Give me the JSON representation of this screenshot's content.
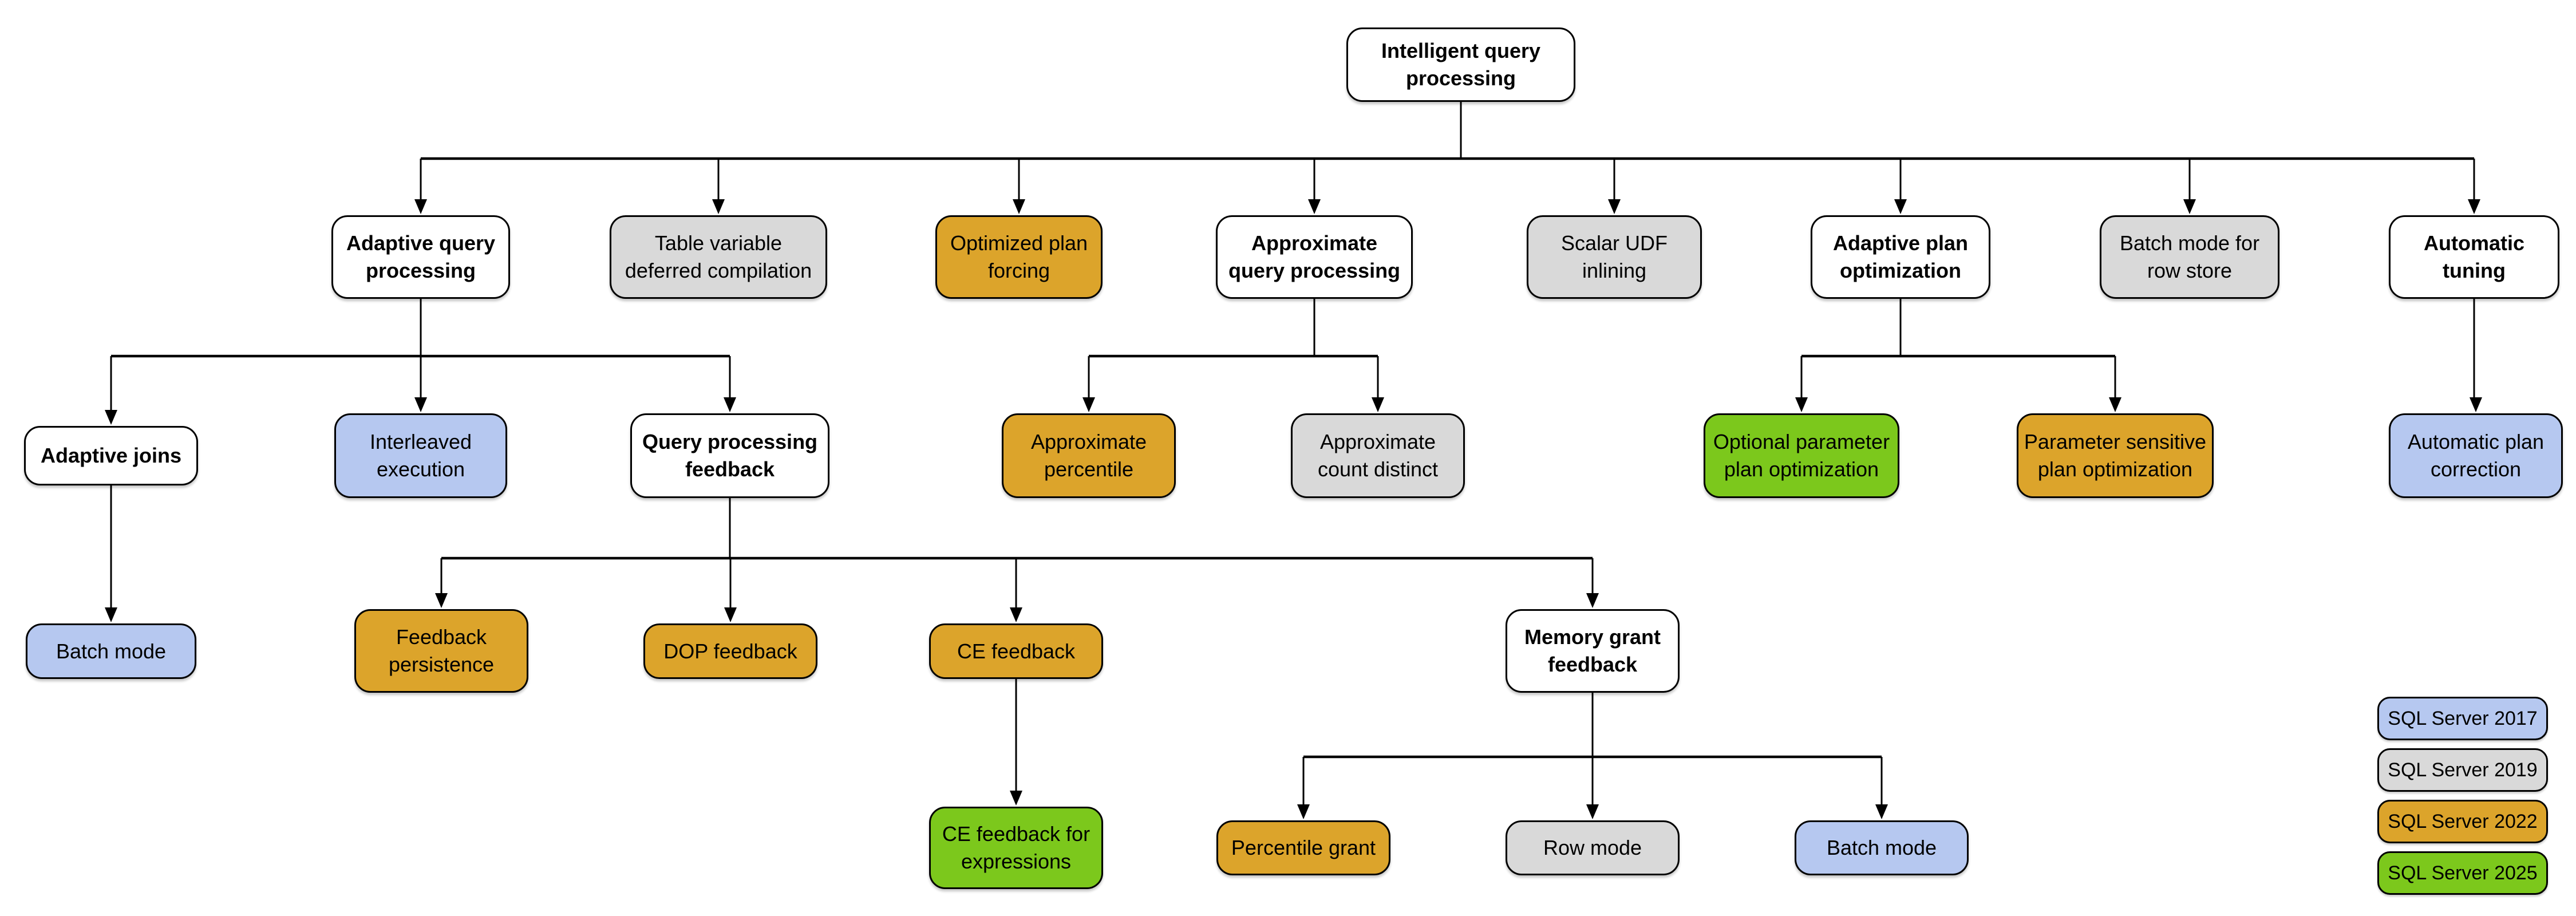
{
  "colors": {
    "base": "#FFFFFF",
    "sql2017": "#B6C8F0",
    "sql2019": "#D9D9D9",
    "sql2022": "#DCA42B",
    "sql2025": "#7CC81C",
    "border": "#000000",
    "line": "#000000"
  },
  "nodes": [
    {
      "id": "intelligent-query-processing",
      "label": "Intelligent query\nprocessing",
      "version": "base"
    },
    {
      "id": "adaptive-query-processing",
      "label": "Adaptive query\nprocessing",
      "version": "base"
    },
    {
      "id": "table-variable-deferred-compilation",
      "label": "Table variable\ndeferred compilation",
      "version": "sql2019"
    },
    {
      "id": "optimized-plan-forcing",
      "label": "Optimized plan\nforcing",
      "version": "sql2022"
    },
    {
      "id": "approximate-query-processing",
      "label": "Approximate\nquery processing",
      "version": "base"
    },
    {
      "id": "scalar-udf-inlining",
      "label": "Scalar UDF\ninlining",
      "version": "sql2019"
    },
    {
      "id": "adaptive-plan-optimization",
      "label": "Adaptive plan\noptimization",
      "version": "base"
    },
    {
      "id": "batch-mode-for-row-store",
      "label": "Batch mode for\nrow store",
      "version": "sql2019"
    },
    {
      "id": "automatic-tuning",
      "label": "Automatic\ntuning",
      "version": "base"
    },
    {
      "id": "adaptive-joins",
      "label": "Adaptive joins",
      "version": "base"
    },
    {
      "id": "interleaved-execution",
      "label": "Interleaved\nexecution",
      "version": "sql2017"
    },
    {
      "id": "query-processing-feedback",
      "label": "Query processing\nfeedback",
      "version": "base"
    },
    {
      "id": "approximate-percentile",
      "label": "Approximate\npercentile",
      "version": "sql2022"
    },
    {
      "id": "approximate-count-distinct",
      "label": "Approximate\ncount distinct",
      "version": "sql2019"
    },
    {
      "id": "optional-parameter-plan-optimization",
      "label": "Optional parameter\nplan optimization",
      "version": "sql2025"
    },
    {
      "id": "parameter-sensitive-plan-optimization",
      "label": "Parameter sensitive\nplan optimization",
      "version": "sql2022"
    },
    {
      "id": "automatic-plan-correction",
      "label": "Automatic plan\ncorrection",
      "version": "sql2017"
    },
    {
      "id": "batch-mode-adaptive-joins",
      "label": "Batch mode",
      "version": "sql2017"
    },
    {
      "id": "feedback-persistence",
      "label": "Feedback\npersistence",
      "version": "sql2022"
    },
    {
      "id": "dop-feedback",
      "label": "DOP feedback",
      "version": "sql2022"
    },
    {
      "id": "ce-feedback",
      "label": "CE feedback",
      "version": "sql2022"
    },
    {
      "id": "memory-grant-feedback",
      "label": "Memory grant\nfeedback",
      "version": "base"
    },
    {
      "id": "ce-feedback-for-expressions",
      "label": "CE feedback for\nexpressions",
      "version": "sql2025"
    },
    {
      "id": "percentile-grant",
      "label": "Percentile grant",
      "version": "sql2022"
    },
    {
      "id": "row-mode",
      "label": "Row mode",
      "version": "sql2019"
    },
    {
      "id": "batch-mode-memory-grant",
      "label": "Batch mode",
      "version": "sql2017"
    }
  ],
  "legend": {
    "items": [
      {
        "id": "sql2017",
        "label": "SQL Server 2017"
      },
      {
        "id": "sql2019",
        "label": "SQL Server 2019"
      },
      {
        "id": "sql2022",
        "label": "SQL Server 2022"
      },
      {
        "id": "sql2025",
        "label": "SQL Server 2025"
      }
    ]
  }
}
